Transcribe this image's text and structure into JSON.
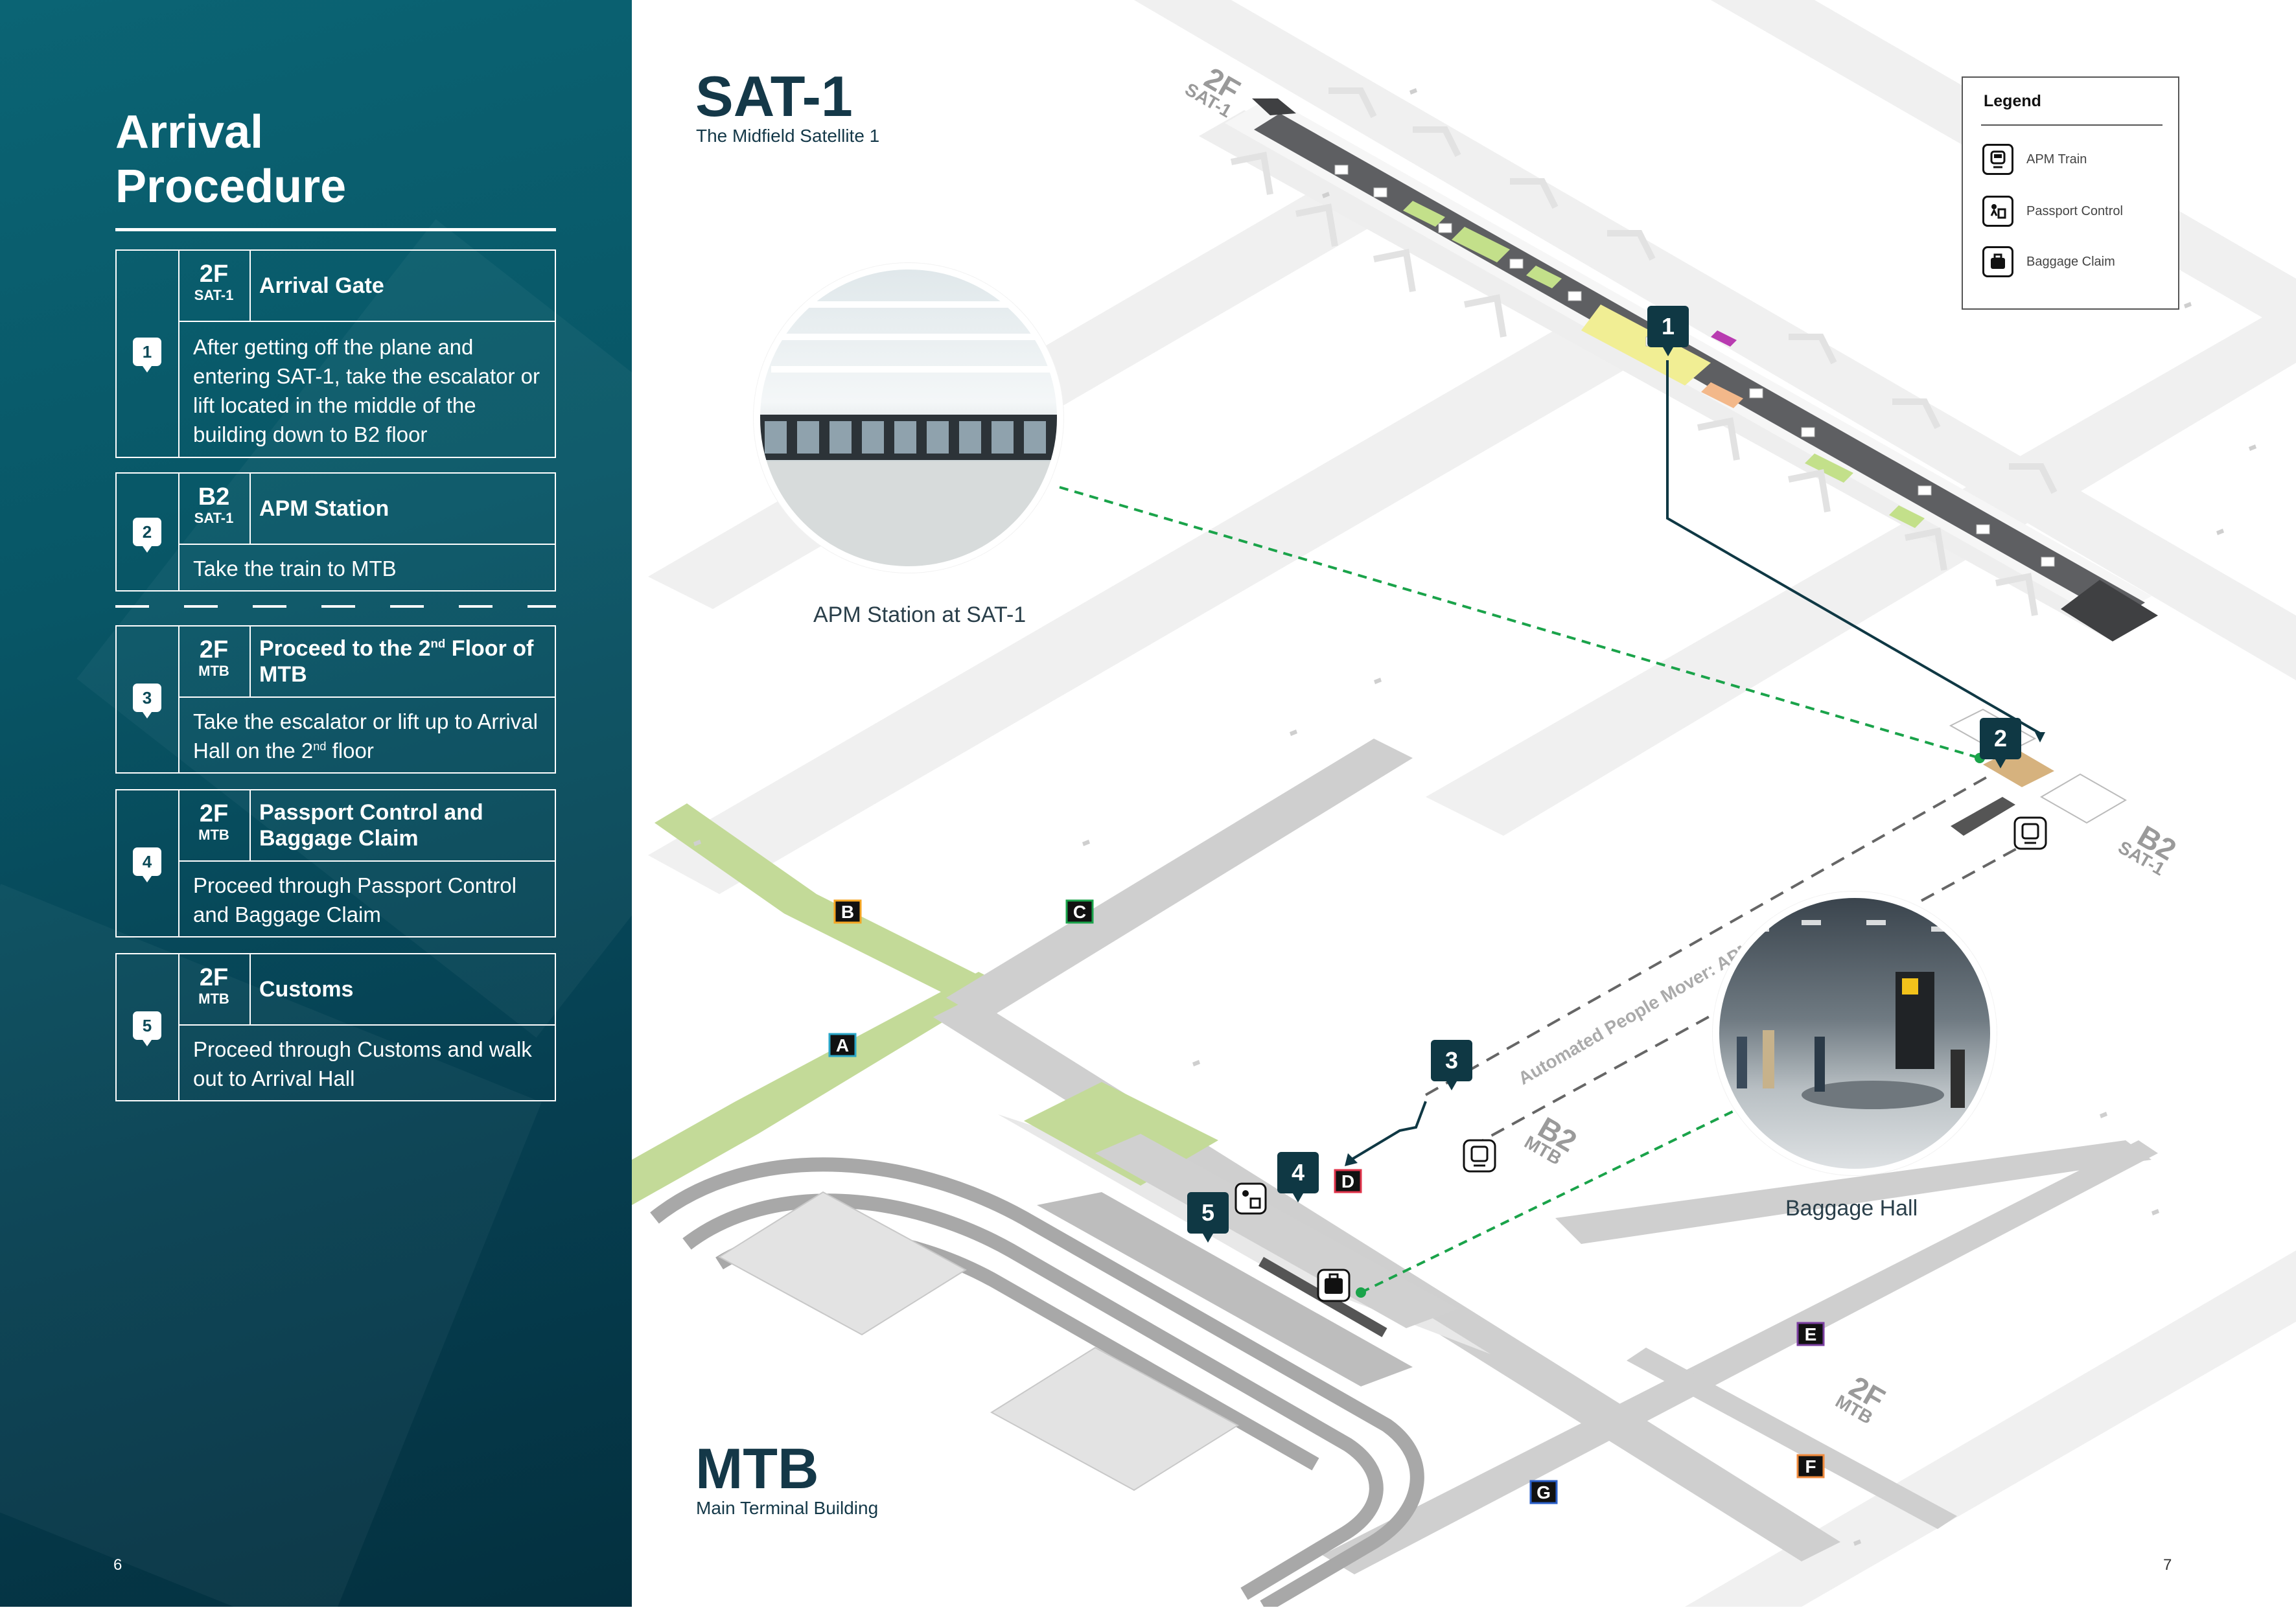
{
  "procedure": {
    "title": "Arrival\nProcedure",
    "steps": [
      {
        "num": "1",
        "floor": "2F",
        "building": "SAT-1",
        "heading": "Arrival Gate",
        "description": "After getting off the plane and entering SAT-1, take the escalator or lift located in the middle of the building down to B2 floor"
      },
      {
        "num": "2",
        "floor": "B2",
        "building": "SAT-1",
        "heading": "APM Station",
        "description": "Take the train to MTB"
      },
      {
        "num": "3",
        "floor": "2F",
        "building": "MTB",
        "heading_pre": "Proceed to the 2",
        "heading_sup": "nd",
        "heading_post": " Floor of MTB",
        "description_pre": "Take the escalator or lift up to Arrival Hall on the 2",
        "description_sup": "nd",
        "description_post": " floor"
      },
      {
        "num": "4",
        "floor": "2F",
        "building": "MTB",
        "heading": "Passport Control and Baggage Claim",
        "description": "Proceed through Passport Control and Baggage Claim"
      },
      {
        "num": "5",
        "floor": "2F",
        "building": "MTB",
        "heading": "Customs",
        "description": "Proceed through Customs and walk out to Arrival Hall"
      }
    ]
  },
  "map": {
    "sat1": {
      "title": "SAT-1",
      "subtitle": "The Midfield Satellite 1",
      "floor_tag": "2F",
      "floor_tag_bldg": "SAT-1"
    },
    "b2_tag": {
      "floor": "B2",
      "bldg": "SAT-1"
    },
    "mtb": {
      "title": "MTB",
      "subtitle": "Main Terminal Building",
      "floor_tag": "2F",
      "floor_tag_bldg": "MTB",
      "b2_floor": "B2",
      "b2_bldg": "MTB"
    },
    "apm_label": "Automated People Mover: APM",
    "photos": {
      "apm_caption": "APM Station at SAT-1",
      "baggage_caption": "Baggage Hall"
    },
    "pins": [
      "1",
      "2",
      "3",
      "4",
      "5"
    ],
    "concourse_labels": [
      "A",
      "B",
      "C",
      "D",
      "E",
      "F",
      "G"
    ],
    "colors": {
      "panel": "#085666",
      "pin": "#0f3844",
      "route_green": "#1aa34a",
      "route_navy": "#0f3844",
      "sat_green": "#c3e08a",
      "sat_yellow": "#f1ee94",
      "concourse_green": "#c3da98"
    }
  },
  "legend": {
    "title": "Legend",
    "items": [
      {
        "icon": "apm-train-icon",
        "label": "APM Train"
      },
      {
        "icon": "passport-control-icon",
        "label": "Passport Control"
      },
      {
        "icon": "baggage-claim-icon",
        "label": "Baggage Claim"
      }
    ]
  },
  "pages": {
    "left": "6",
    "right": "7"
  }
}
